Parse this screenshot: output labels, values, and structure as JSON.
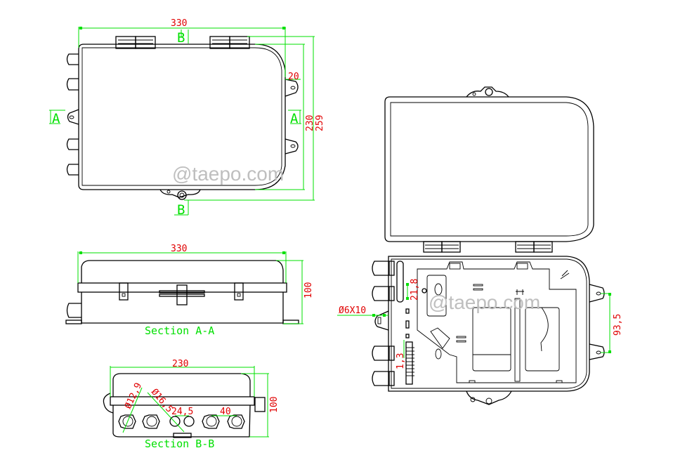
{
  "watermark": "@taepo.com",
  "colors": {
    "outline": "#000000",
    "dimension_line": "#00e000",
    "dimension_text": "#e00000",
    "watermark": "#bfbfbf"
  },
  "top_view": {
    "dims": {
      "width": "330",
      "height_inner": "230",
      "height_total": "259",
      "ear": "20"
    },
    "section_marks": {
      "a_left": "A",
      "a_right": "A",
      "b_top": "B",
      "b_bottom": "B"
    }
  },
  "section_aa": {
    "label": "Section A-A",
    "dims": {
      "width": "330",
      "height": "100"
    }
  },
  "section_bb": {
    "label": "Section B-B",
    "dims": {
      "width": "230",
      "height": "100",
      "dia_small": "Ø12,9",
      "dia_large": "Ø16,5",
      "pitch_small": "24,5",
      "pitch_large": "40"
    }
  },
  "open_view": {
    "dims": {
      "hole": "Ø6X10",
      "spacing_a": "21,8",
      "spacing_b": "1,3",
      "mount_spacing": "93,5"
    }
  }
}
